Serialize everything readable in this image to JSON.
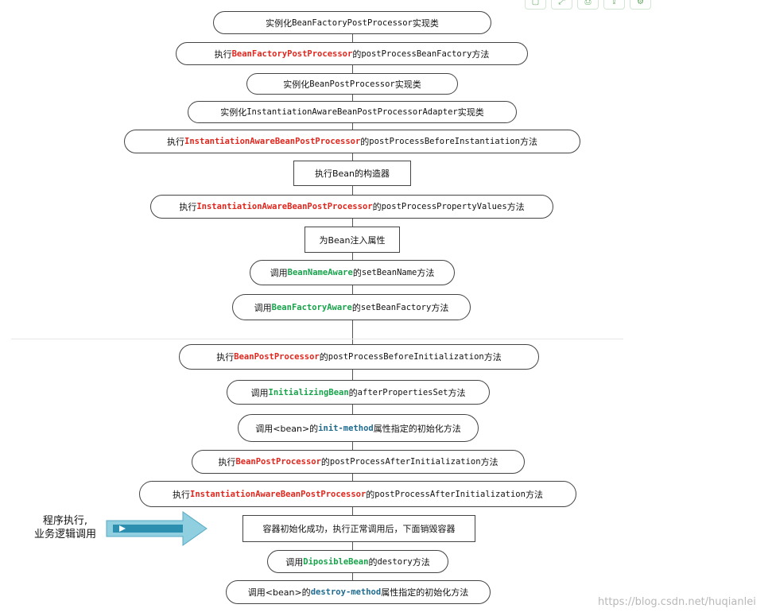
{
  "nodes": [
    {
      "shape": "pill",
      "parts": [
        {
          "t": "实例化"
        },
        {
          "t": "BeanFactoryPostProcessor",
          "c": "mono"
        },
        {
          "t": "实现类"
        }
      ]
    },
    {
      "shape": "pill",
      "parts": [
        {
          "t": "执行"
        },
        {
          "t": "BeanFactoryPostProcessor",
          "c": "mono red"
        },
        {
          "t": "的"
        },
        {
          "t": "postProcessBeanFactory",
          "c": "mono"
        },
        {
          "t": "方法"
        }
      ]
    },
    {
      "shape": "pill",
      "parts": [
        {
          "t": "实例化"
        },
        {
          "t": "BeanPostProcessor",
          "c": "mono"
        },
        {
          "t": "实现类"
        }
      ]
    },
    {
      "shape": "pill",
      "parts": [
        {
          "t": "实例化"
        },
        {
          "t": "InstantiationAwareBeanPostProcessorAdapter",
          "c": "mono"
        },
        {
          "t": "实现类"
        }
      ]
    },
    {
      "shape": "pill",
      "parts": [
        {
          "t": "执行"
        },
        {
          "t": "InstantiationAwareBeanPostProcessor",
          "c": "mono red"
        },
        {
          "t": "的"
        },
        {
          "t": "postProcessBeforeInstantiation",
          "c": "mono"
        },
        {
          "t": "方法"
        }
      ]
    },
    {
      "shape": "rect",
      "parts": [
        {
          "t": "执行Bean的构造器"
        }
      ]
    },
    {
      "shape": "pill",
      "parts": [
        {
          "t": "执行"
        },
        {
          "t": "InstantiationAwareBeanPostProcessor",
          "c": "mono red"
        },
        {
          "t": "的"
        },
        {
          "t": "postProcessPropertyValues",
          "c": "mono"
        },
        {
          "t": "方法"
        }
      ]
    },
    {
      "shape": "rect",
      "parts": [
        {
          "t": "为Bean注入属性"
        }
      ]
    },
    {
      "shape": "pill",
      "parts": [
        {
          "t": "调用"
        },
        {
          "t": "BeanNameAware",
          "c": "mono green"
        },
        {
          "t": "的"
        },
        {
          "t": "setBeanName",
          "c": "mono"
        },
        {
          "t": "方法"
        }
      ]
    },
    {
      "shape": "pill",
      "parts": [
        {
          "t": "调用"
        },
        {
          "t": "BeanFactoryAware",
          "c": "mono green"
        },
        {
          "t": "的"
        },
        {
          "t": "setBeanFactory",
          "c": "mono"
        },
        {
          "t": "方法"
        }
      ]
    },
    {
      "shape": "pill",
      "parts": [
        {
          "t": "执行"
        },
        {
          "t": "BeanPostProcessor",
          "c": "mono red"
        },
        {
          "t": "的"
        },
        {
          "t": "postProcessBeforeInitialization",
          "c": "mono"
        },
        {
          "t": "方法"
        }
      ]
    },
    {
      "shape": "pill",
      "parts": [
        {
          "t": "调用"
        },
        {
          "t": "InitializingBean",
          "c": "mono green"
        },
        {
          "t": "的"
        },
        {
          "t": "afterPropertiesSet",
          "c": "mono"
        },
        {
          "t": "方法"
        }
      ]
    },
    {
      "shape": "pill",
      "parts": [
        {
          "t": "调用<bean>的"
        },
        {
          "t": "init-method",
          "c": "mono blue"
        },
        {
          "t": "属性指定的初始化方法"
        }
      ]
    },
    {
      "shape": "pill",
      "parts": [
        {
          "t": "执行"
        },
        {
          "t": "BeanPostProcessor",
          "c": "mono red"
        },
        {
          "t": "的"
        },
        {
          "t": "postProcessAfterInitialization",
          "c": "mono"
        },
        {
          "t": "方法"
        }
      ]
    },
    {
      "shape": "pill",
      "parts": [
        {
          "t": "执行"
        },
        {
          "t": "InstantiationAwareBeanPostProcessor",
          "c": "mono red"
        },
        {
          "t": "的"
        },
        {
          "t": "postProcessAfterInitialization",
          "c": "mono"
        },
        {
          "t": "方法"
        }
      ]
    },
    {
      "shape": "rect",
      "parts": [
        {
          "t": "容器初始化成功，执行正常调用后，下面销毁容器"
        }
      ]
    },
    {
      "shape": "pill",
      "parts": [
        {
          "t": "调用"
        },
        {
          "t": "DiposibleBean",
          "c": "mono green"
        },
        {
          "t": "的"
        },
        {
          "t": "destory",
          "c": "mono"
        },
        {
          "t": "方法"
        }
      ]
    },
    {
      "shape": "pill",
      "parts": [
        {
          "t": "调用<bean>的"
        },
        {
          "t": "destroy-method",
          "c": "mono blue"
        },
        {
          "t": "属性指定的初始化方法"
        }
      ]
    }
  ],
  "side_label": {
    "line1": "程序执行,",
    "line2": "业务逻辑调用"
  },
  "watermark": "https://blog.csdn.net/huqianlei",
  "colors": {
    "class_name": "#e0261d",
    "aware_interface": "#17a34a",
    "bean_attribute": "#1e6b8f",
    "arrow_fill": "#8fcfe0",
    "arrow_inner": "#2d8fb0"
  },
  "toolbar_icons": [
    "copy-icon",
    "fullscreen-icon",
    "print-icon",
    "export-icon",
    "settings-icon"
  ]
}
